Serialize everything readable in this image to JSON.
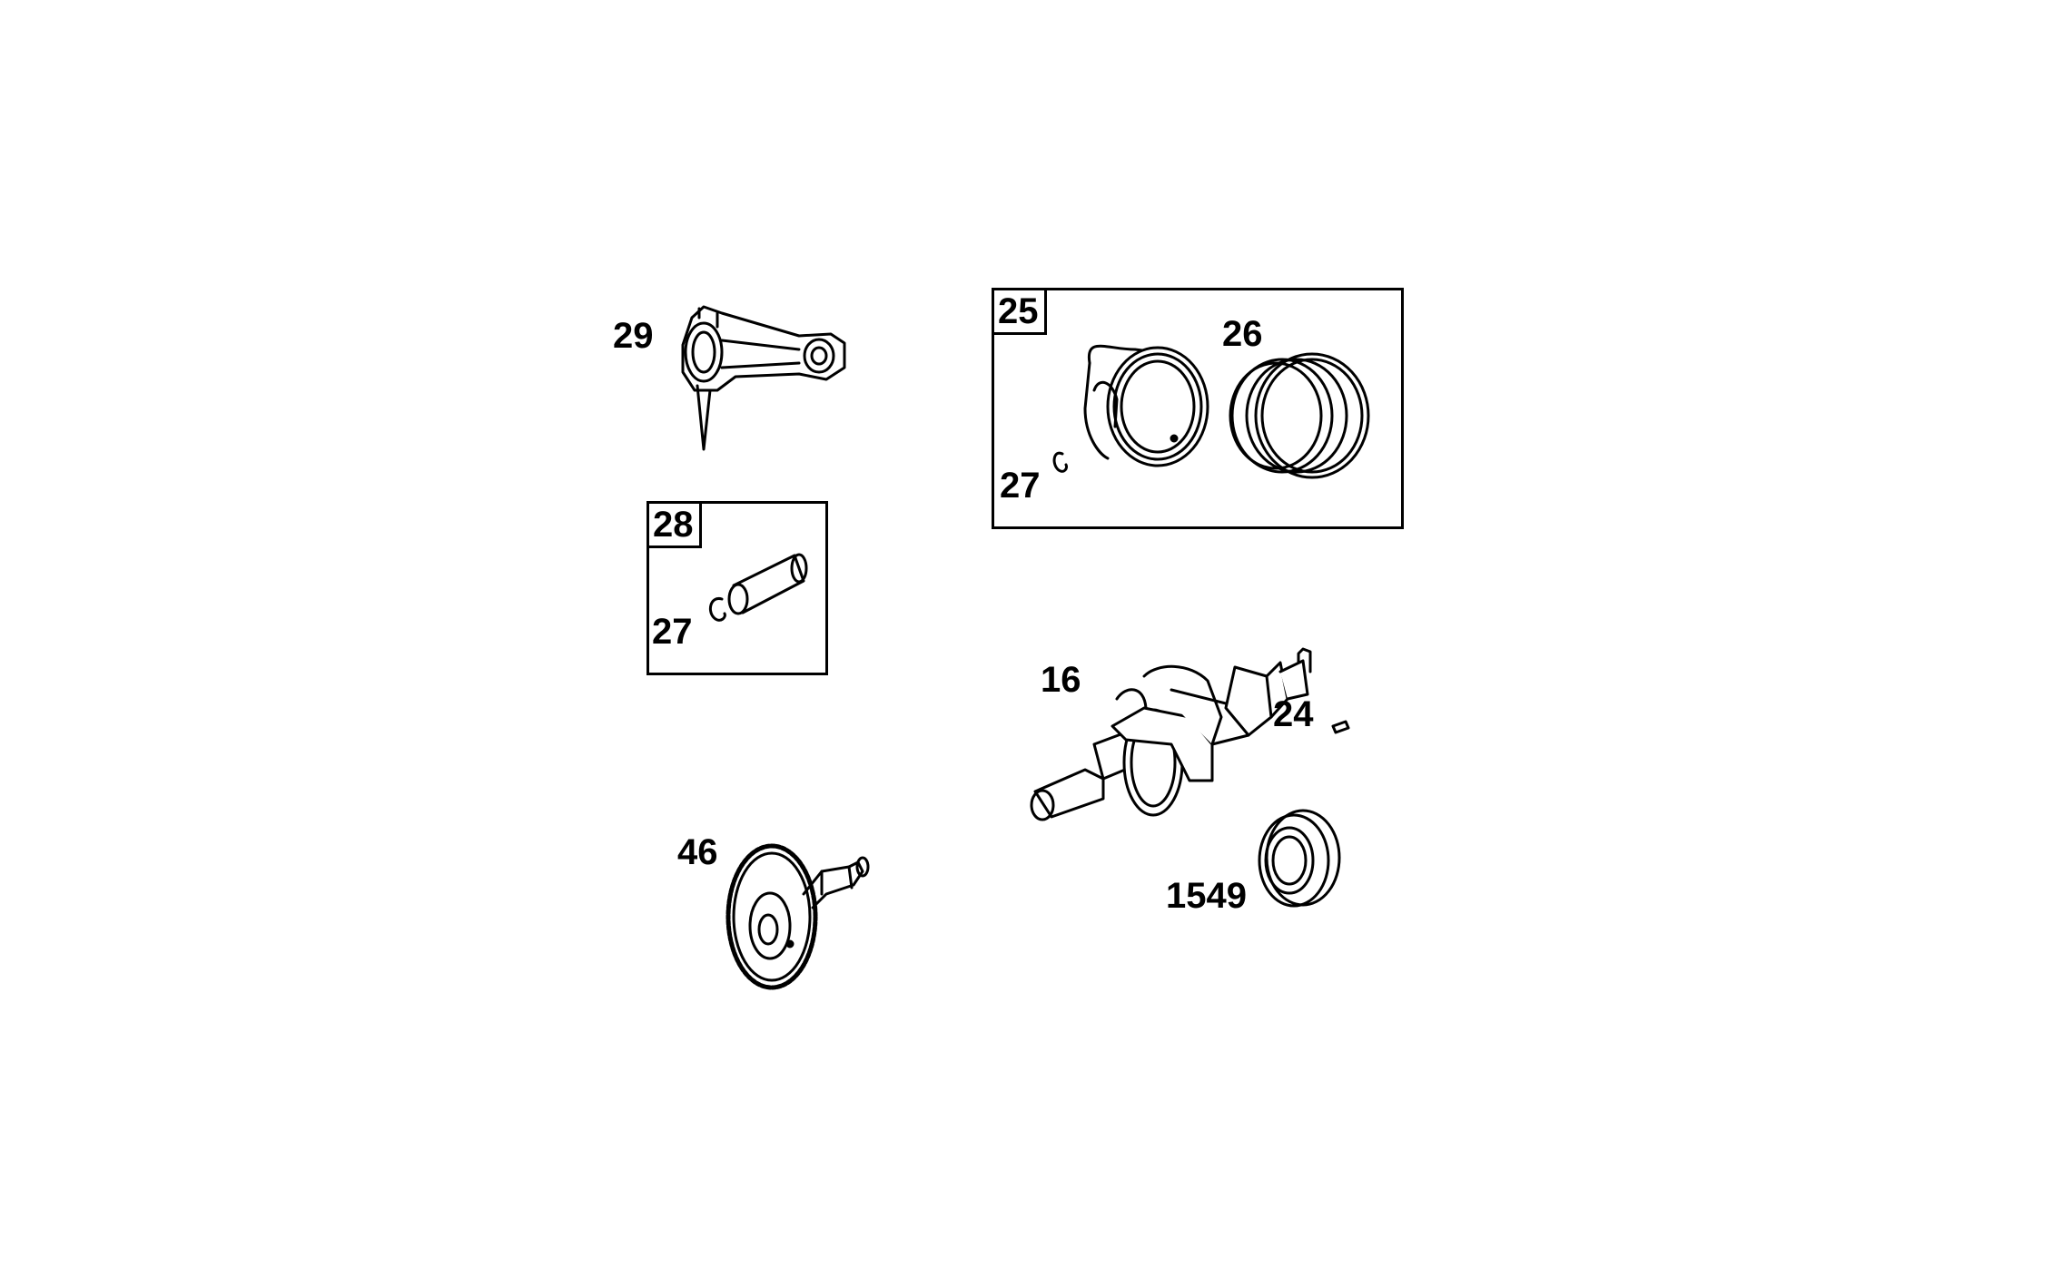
{
  "diagram": {
    "groups": [
      {
        "id": "group-25",
        "label": "25"
      },
      {
        "id": "group-28",
        "label": "28"
      }
    ],
    "callouts": {
      "connecting_rod": "29",
      "piston": "25",
      "piston_rings": "26",
      "retainer_in_25": "27",
      "piston_pin_group": "28",
      "retainer_in_28": "27",
      "crankshaft": "16",
      "key": "24",
      "camshaft": "46",
      "seal": "1549"
    },
    "colors": {
      "line": "#000000",
      "background": "#ffffff"
    }
  }
}
